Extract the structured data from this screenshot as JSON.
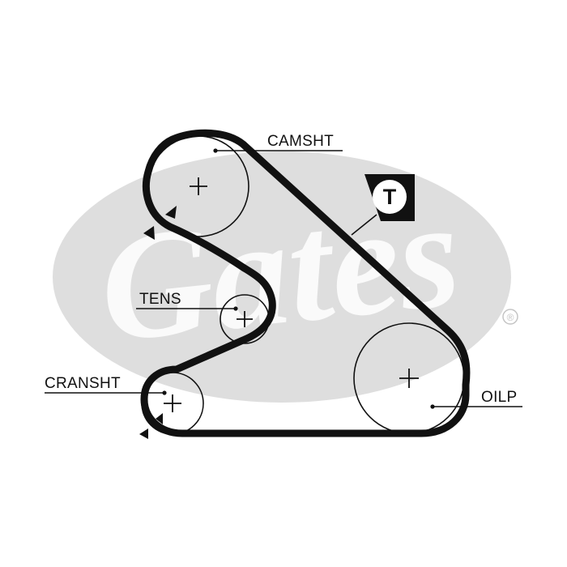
{
  "brand": {
    "logo_text": "Gates",
    "registered_mark": "®",
    "logo_color": "#dedede"
  },
  "diagram": {
    "belt_color": "#111111",
    "pulleys": [
      {
        "id": "camshaft",
        "label": "CAMSHT"
      },
      {
        "id": "tensioner",
        "label": "TENS"
      },
      {
        "id": "crankshaft",
        "label": "CRANSHT"
      },
      {
        "id": "oil-pump",
        "label": "OILP"
      }
    ],
    "badge": {
      "letter": "T",
      "icon": "tensioner-badge-icon"
    }
  }
}
